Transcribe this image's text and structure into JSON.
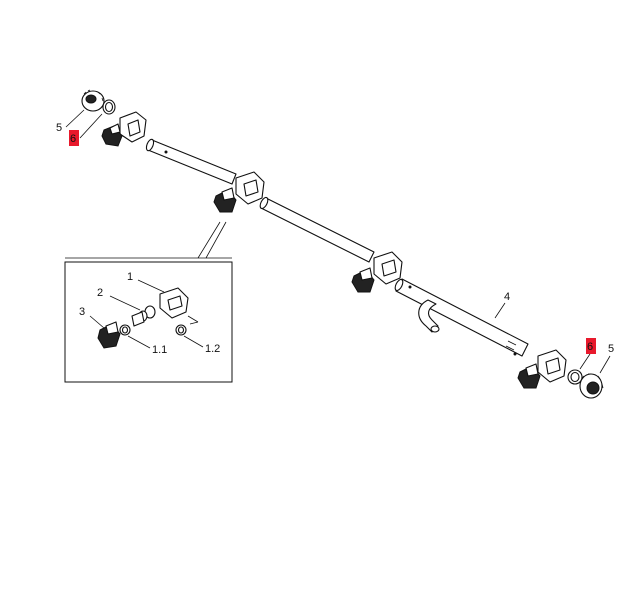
{
  "diagram": {
    "labels": {
      "p1": "1",
      "p1_1": "1.1",
      "p1_2": "1.2",
      "p2": "2",
      "p3": "3",
      "p4": "4",
      "p5_left": "5",
      "p5_right": "5",
      "p6_left": "6",
      "p6_right": "6"
    },
    "colors": {
      "highlight": "#e8192c",
      "line": "#111111",
      "background": "#ffffff"
    }
  }
}
